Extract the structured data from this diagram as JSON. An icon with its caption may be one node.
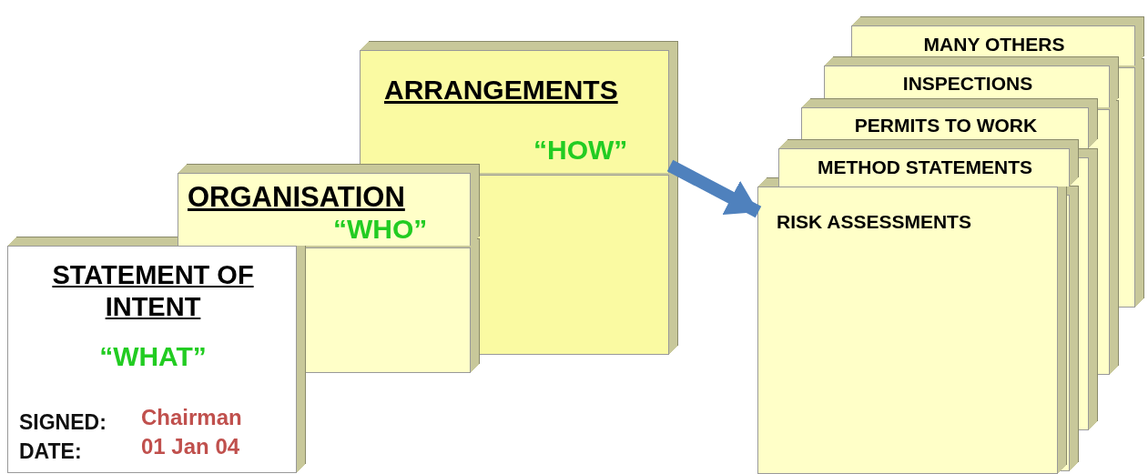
{
  "diagram": {
    "nodes": [
      {
        "text": [
          "STATEMENT OF INTENT",
          "“WHAT”",
          "SIGNED:",
          "Chairman",
          "DATE:",
          "01 Jan 04"
        ]
      },
      {
        "text": [
          "ORGANISATION",
          "“WHO”"
        ]
      },
      {
        "text": [
          "ARRANGEMENTS",
          "“HOW”"
        ]
      },
      {
        "text": [
          "MANY OTHERS"
        ]
      },
      {
        "text": [
          "INSPECTIONS"
        ]
      },
      {
        "text": [
          "PERMITS TO WORK"
        ]
      },
      {
        "text": [
          "METHOD STATEMENTS"
        ]
      },
      {
        "text": [
          "RISK ASSESSMENTS"
        ]
      }
    ],
    "edges": [
      {
        "from": 2,
        "to": 7,
        "arrow": "to"
      }
    ]
  }
}
